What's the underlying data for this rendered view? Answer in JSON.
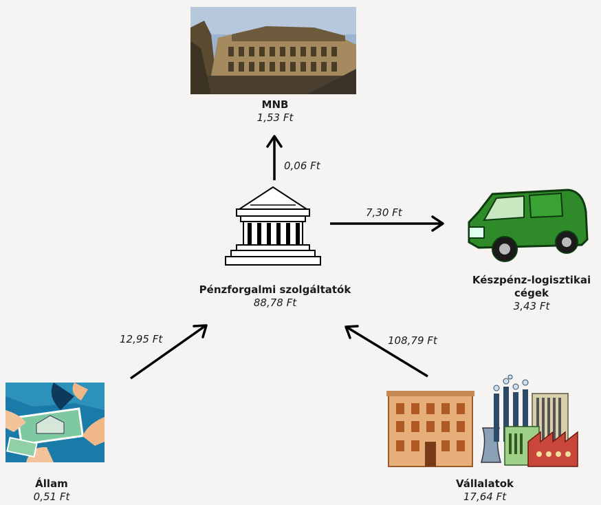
{
  "nodes": {
    "mnb": {
      "name": "MNB",
      "value": "1,53 Ft"
    },
    "center": {
      "name": "Pénzforgalmi szolgáltatók",
      "value": "88,78 Ft"
    },
    "cash_logistics": {
      "name_line1": "Készpénz-logisztikai",
      "name_line2": "cégek",
      "value": "3,43 Ft"
    },
    "state": {
      "name": "Állam",
      "value": "0,51 Ft"
    },
    "companies": {
      "name": "Vállalatok",
      "value": "17,64 Ft"
    }
  },
  "flows": {
    "center_to_mnb": "0,06 Ft",
    "center_to_cash_logistics": "7,30 Ft",
    "state_to_center": "12,95 Ft",
    "companies_to_center": "108,79 Ft"
  },
  "icons": {
    "mnb": "mnb-building-photo",
    "center": "bank-building-icon",
    "cash_logistics": "green-van-icon",
    "state": "money-exchange-hands-icon",
    "companies": "factory-and-office-icon"
  }
}
